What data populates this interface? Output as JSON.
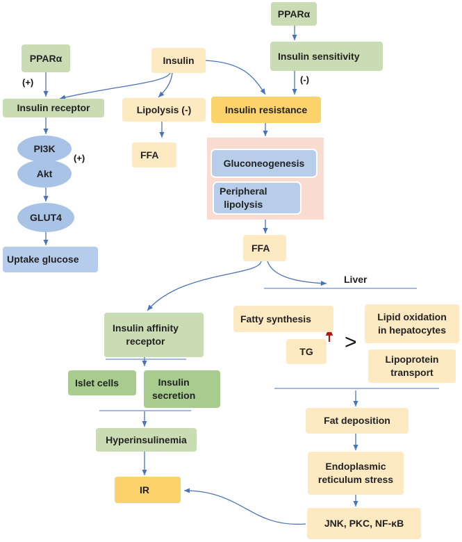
{
  "nodes": {
    "ppar_top": "PPARα",
    "insulin_sensitivity": "Insulin sensitivity",
    "ppar_left": "PPARα",
    "insulin": "Insulin",
    "insulin_receptor": "Insulin receptor",
    "lipolysis": "Lipolysis (-)",
    "insulin_resistance": "Insulin resistance",
    "pi3k": "PI3K",
    "akt": "Akt",
    "ffa_small": "FFA",
    "gluconeogenesis": "Gluconeogenesis",
    "peripheral_lipolysis": "Peripheral\nlipolysis",
    "glut4": "GLUT4",
    "uptake_glucose": "Uptake glucose",
    "ffa_center": "FFA",
    "liver": "Liver",
    "insulin_affinity": "Insulin affinity\nreceptor",
    "fatty_synthesis": "Fatty  synthesis",
    "lipid_oxidation": "Lipid oxidation\nin hepatocytes",
    "tg": "TG",
    "compare_sign": ">",
    "lipoprotein": "Lipoprotein\ntransport",
    "islet_cells": "Islet cells",
    "insulin_secretion": "Insulin\nsecretion",
    "hyperinsulinemia": "Hyperinsulinemia",
    "fat_deposition": "Fat deposition",
    "er_stress": "Endoplasmic\nreticulum stress",
    "ir": "IR",
    "jnk": "JNK, PKC, NF-κB"
  },
  "signs": {
    "plus_ppar": "(+)",
    "plus_akt": "(+)",
    "minus_sensitivity": "(-)"
  },
  "colors": {
    "arrow": "#4a72b8",
    "up_down_marker": "#b01515",
    "green": "#c9dcb4",
    "dark_green": "#a7cc8e",
    "cream": "#fde9c2",
    "gold": "#fcd36a",
    "blue": "#b6ccec",
    "pink_panel": "#f9dbd0"
  }
}
